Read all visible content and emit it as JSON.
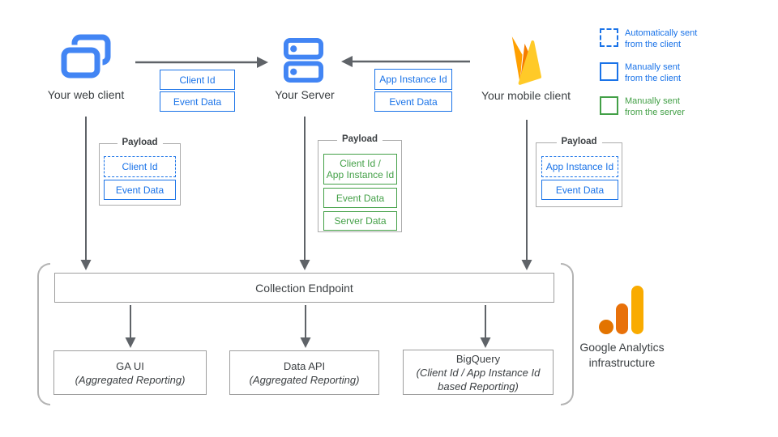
{
  "nodes": {
    "web_client": {
      "label": "Your web client"
    },
    "server": {
      "label": "Your Server"
    },
    "mobile_client": {
      "label": "Your mobile client"
    }
  },
  "flow_labels": {
    "web_to_server": [
      {
        "label": "Client Id"
      },
      {
        "label": "Event Data"
      }
    ],
    "mobile_to_server": [
      {
        "label": "App Instance Id"
      },
      {
        "label": "Event Data"
      }
    ]
  },
  "payloads": {
    "web": {
      "title": "Payload",
      "items": [
        {
          "label": "Client Id",
          "style": "dashed-blue"
        },
        {
          "label": "Event Data",
          "style": "solid-blue"
        }
      ]
    },
    "server": {
      "title": "Payload",
      "items": [
        {
          "label": "Client Id /\nApp Instance Id",
          "style": "solid-green"
        },
        {
          "label": "Event Data",
          "style": "solid-green"
        },
        {
          "label": "Server Data",
          "style": "solid-green"
        }
      ]
    },
    "mobile": {
      "title": "Payload",
      "items": [
        {
          "label": "App Instance Id",
          "style": "dashed-blue"
        },
        {
          "label": "Event Data",
          "style": "solid-blue"
        }
      ]
    }
  },
  "legend": [
    {
      "label": "Automatically sent\nfrom the client",
      "style": "dashed-blue"
    },
    {
      "label": "Manually sent\nfrom the client",
      "style": "solid-blue"
    },
    {
      "label": "Manually sent\nfrom the server",
      "style": "solid-green"
    }
  ],
  "infrastructure": {
    "endpoint_label": "Collection Endpoint",
    "outputs": [
      {
        "title": "GA UI",
        "subtitle": "(Aggregated Reporting)"
      },
      {
        "title": "Data API",
        "subtitle": "(Aggregated Reporting)"
      },
      {
        "title": "BigQuery",
        "subtitle": "(Client Id / App Instance Id\nbased Reporting)"
      }
    ],
    "caption": "Google Analytics\ninfrastructure"
  },
  "colors": {
    "blue": "#1A73E8",
    "icon_blue": "#4285F4",
    "green": "#43A047",
    "text_dark": "#3C4043",
    "arrow_gray": "#5F6368",
    "border_gray": "#9E9E9E",
    "firebase_amber": "#FFA000",
    "firebase_orange": "#F57C00",
    "firebase_yellow": "#FFCA28",
    "ga_logo_dot": "#E37400",
    "ga_logo_bar_mid": "#E8710A",
    "ga_logo_bar_tall": "#F9AB00"
  }
}
